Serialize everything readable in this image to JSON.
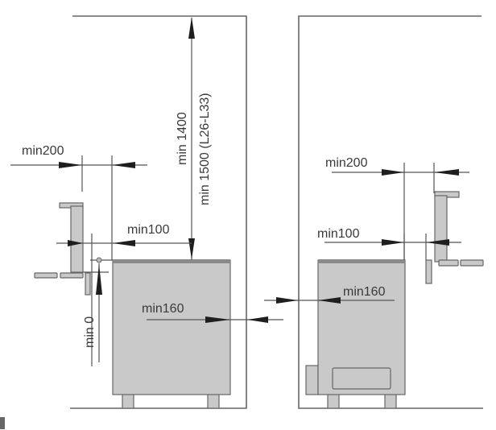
{
  "diagram": {
    "left_view": {
      "ceiling_label_1": "min 1400",
      "ceiling_label_2": "min 1500 (L26-L33)",
      "bench_clearance_label": "min200",
      "side_clearance_label": "min100",
      "height_label": "min 0",
      "wall_clearance_label": "min160"
    },
    "right_view": {
      "bench_clearance_label": "min200",
      "side_clearance_label": "min100",
      "wall_clearance_label": "min160"
    }
  },
  "colors": {
    "heater": "#c9c9c9",
    "lines": "#555555",
    "arrows": "#1e1e1e"
  }
}
